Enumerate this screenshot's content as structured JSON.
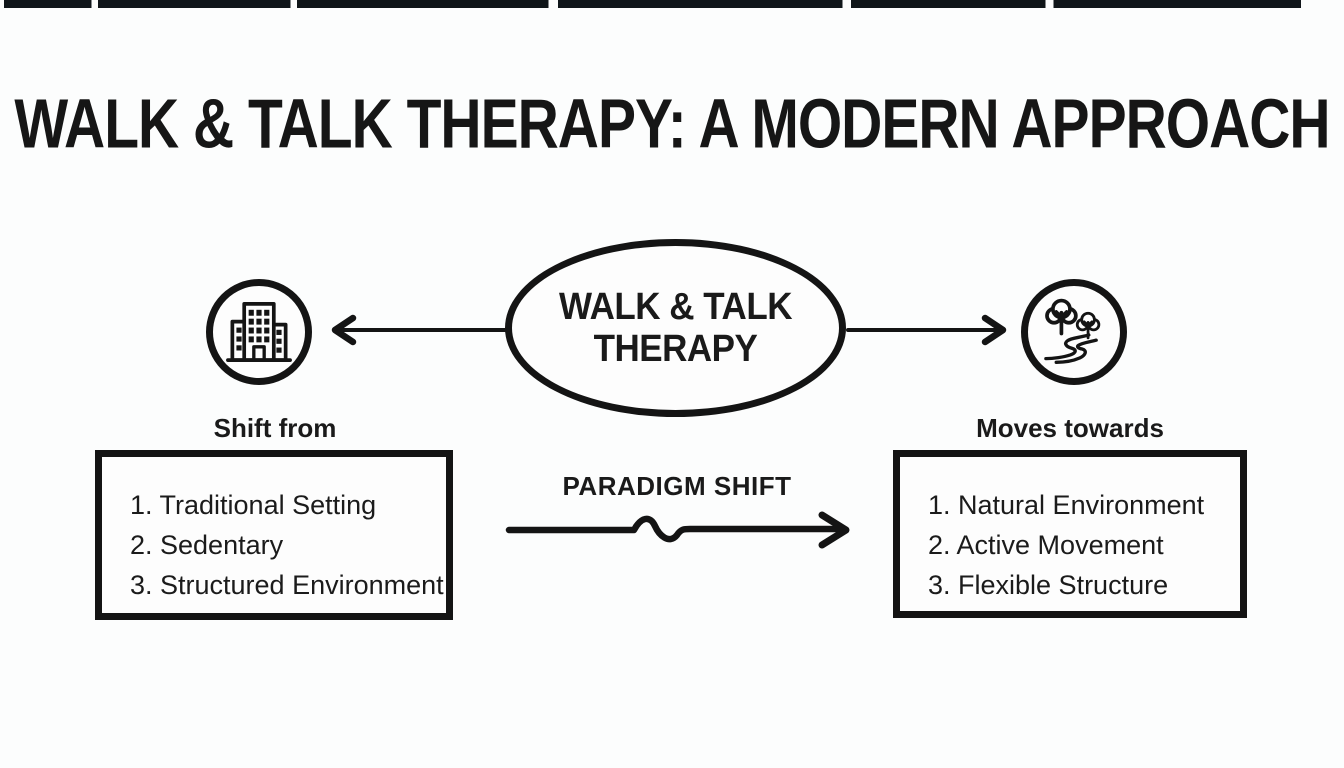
{
  "title": "WALK & TALK THERAPY: A MODERN APPROACH",
  "center": {
    "line1": "WALK & TALK",
    "line2": "THERAPY"
  },
  "left": {
    "icon": "building-icon",
    "heading": "Shift from",
    "items": [
      "1. Traditional Setting",
      "2. Sedentary",
      "3. Structured Environment"
    ]
  },
  "right": {
    "icon": "nature-path-icon",
    "heading": "Moves towards",
    "items": [
      "1. Natural Environment",
      "2. Active Movement",
      "3. Flexible Structure"
    ]
  },
  "transition": {
    "label": "PARADIGM SHIFT"
  },
  "colors": {
    "ink": "#141414",
    "background": "#fcfdfd"
  }
}
